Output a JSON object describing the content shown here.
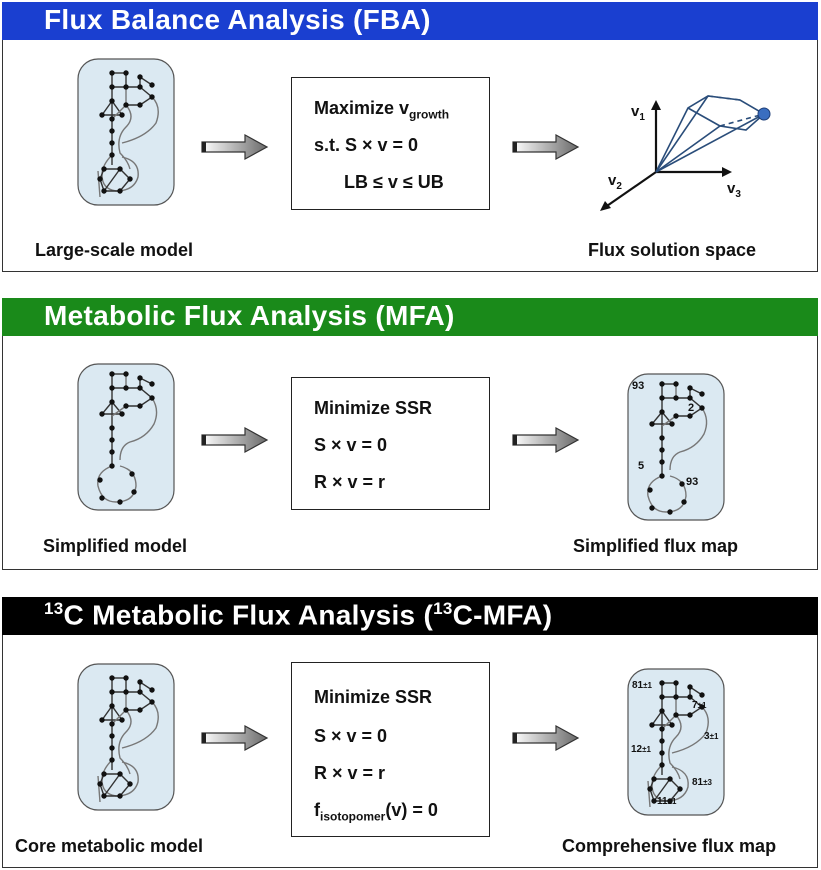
{
  "fba": {
    "title": "Flux Balance Analysis (FBA)",
    "color": "#1a3fd0",
    "eq1_pre": "Maximize v",
    "eq1_sub": "growth",
    "eq2": "s.t.  S × v = 0",
    "eq3": "LB ≤ v ≤ UB",
    "left_caption": "Large-scale model",
    "right_caption": "Flux solution space",
    "axis_v1": "v",
    "axis_v1_sub": "1",
    "axis_v2": "v",
    "axis_v2_sub": "2",
    "axis_v3": "v",
    "axis_v3_sub": "3"
  },
  "mfa": {
    "title": "Metabolic Flux Analysis (MFA)",
    "color": "#1a8a1a",
    "eq1": "Minimize SSR",
    "eq2": "S × v = 0",
    "eq3": "R × v = r",
    "left_caption": "Simplified model",
    "right_caption": "Simplified flux map",
    "flux_labels": [
      "93",
      "2",
      "5",
      "93"
    ]
  },
  "cmfa": {
    "title_sup1": "13",
    "title_mid": "C Metabolic Flux Analysis (",
    "title_sup2": "13",
    "title_end": "C-MFA)",
    "color": "#000000",
    "eq1": "Minimize SSR",
    "eq2": "S × v = 0",
    "eq3": "R × v = r",
    "eq4_pre": "f",
    "eq4_sub": "isotopomer",
    "eq4_post": "(v) = 0",
    "left_caption": "Core metabolic model",
    "right_caption": "Comprehensive flux map",
    "flux_labels": [
      {
        "v": "81",
        "e": "±1"
      },
      {
        "v": "7",
        "e": "±1"
      },
      {
        "v": "3",
        "e": "±1"
      },
      {
        "v": "12",
        "e": "±1"
      },
      {
        "v": "81",
        "e": "±3"
      },
      {
        "v": "11",
        "e": "±1"
      }
    ]
  },
  "colors": {
    "network_fill": "#dbe9f2",
    "node": "#111111",
    "polytope": "#2a4d7a",
    "optimum": "#3a6ec0"
  }
}
